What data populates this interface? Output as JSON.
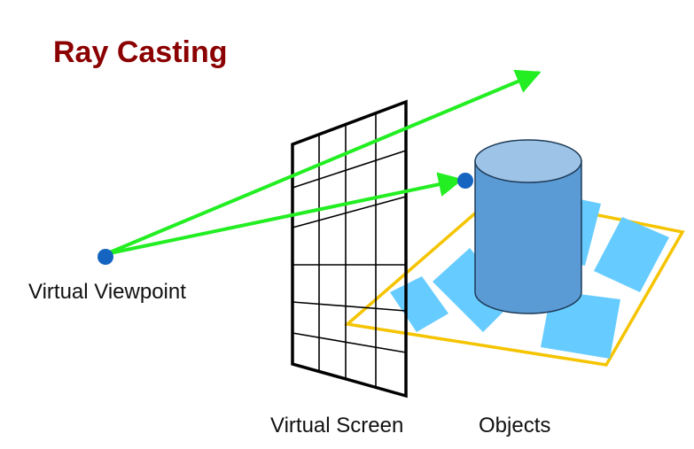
{
  "title": "Ray Casting",
  "labels": {
    "viewpoint": "Virtual Viewpoint",
    "screen": "Virtual Screen",
    "objects": "Objects"
  },
  "colors": {
    "title": "#8b0000",
    "ray": "#22ee22",
    "point": "#1565c0",
    "grid": "#000000",
    "ground_outline": "#f5c400",
    "tile": "#66ccff",
    "cylinder_body": "#5b9bd5",
    "cylinder_top": "#9dc3e6",
    "cylinder_stroke": "#1f3b57"
  }
}
